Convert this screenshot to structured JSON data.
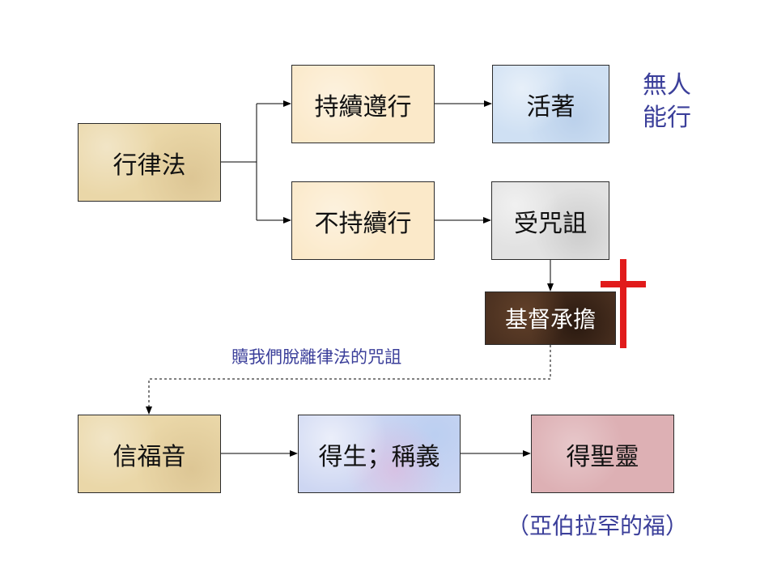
{
  "nodes": {
    "law": "行律法",
    "keep": "持續遵行",
    "not_keep": "不持續行",
    "live": "活著",
    "curse": "受咒詛",
    "christ": "基督承擔",
    "gospel": "信福音",
    "life": "得生；稱義",
    "spirit": "得聖靈"
  },
  "notes": {
    "none_line1": "無人",
    "none_line2": "能行",
    "redeem": "贖我們脫離律法的咒詛",
    "abraham": "（亞伯拉罕的福）"
  },
  "colors": {
    "cross": "#e11b1b",
    "note_text": "#3b3f9a"
  },
  "icons": {
    "cross": "cross-icon"
  }
}
